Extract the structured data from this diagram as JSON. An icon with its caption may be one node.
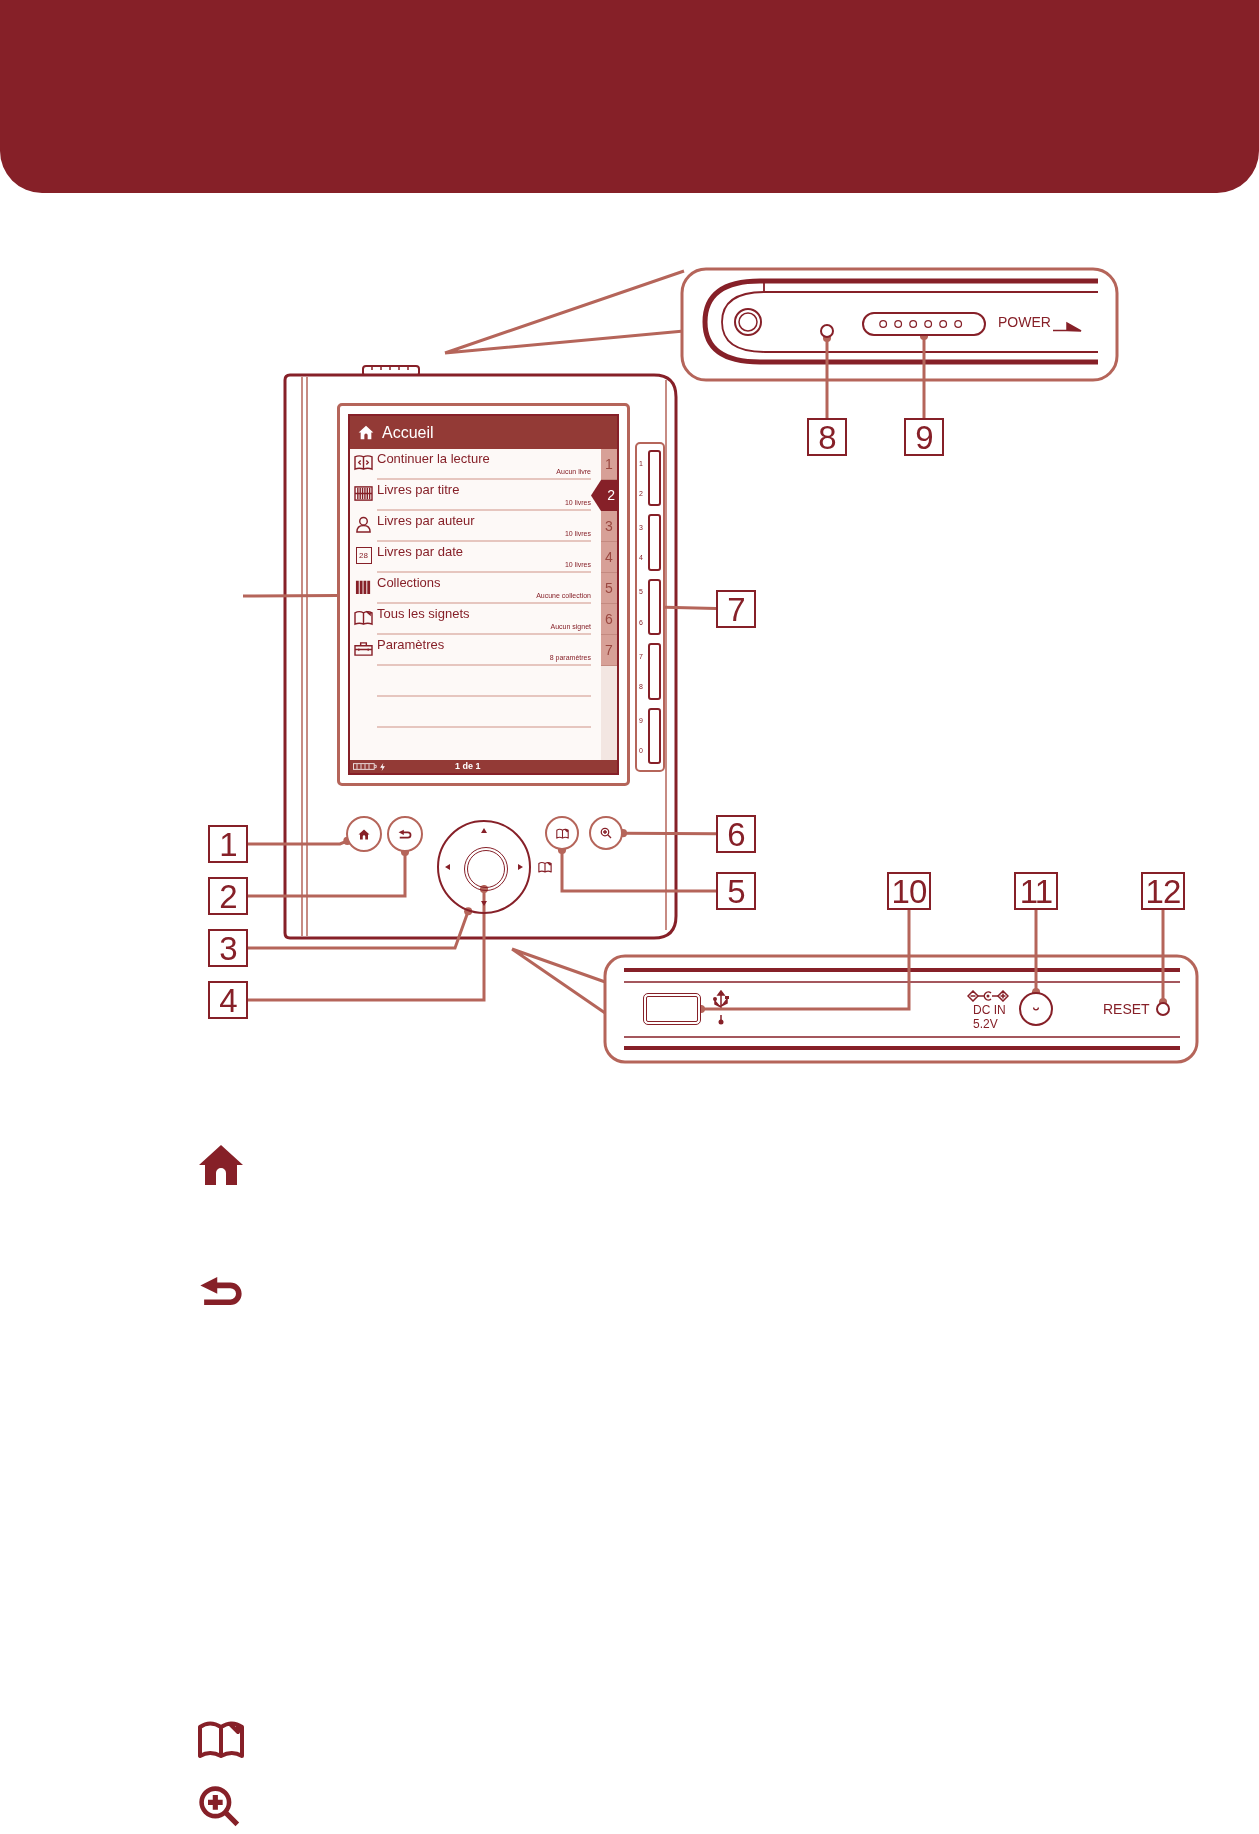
{
  "diagram": {
    "nodes": [
      {
        "text": [
          "8"
        ]
      },
      {
        "text": [
          "9"
        ]
      },
      {
        "text": [
          "7"
        ]
      },
      {
        "text": [
          "1"
        ]
      },
      {
        "text": [
          "2"
        ]
      },
      {
        "text": [
          "6"
        ]
      },
      {
        "text": [
          "5"
        ]
      },
      {
        "text": [
          "3"
        ]
      },
      {
        "text": [
          "4"
        ]
      },
      {
        "text": [
          "10"
        ]
      },
      {
        "text": [
          "11"
        ]
      },
      {
        "text": [
          "12"
        ]
      },
      {
        "text": [],
        "shape": "circle"
      },
      {
        "text": [],
        "shape": "box"
      },
      {
        "text": [],
        "shape": "box"
      },
      {
        "text": [],
        "shape": "box"
      },
      {
        "text": [],
        "shape": "circle"
      },
      {
        "text": [],
        "shape": "circle"
      },
      {
        "text": [],
        "shape": "circle"
      },
      {
        "text": [],
        "shape": "circle",
        "in": 18
      },
      {
        "text": [],
        "shape": "circle"
      },
      {
        "text": [],
        "shape": "circle"
      },
      {
        "text": [],
        "shape": "box"
      },
      {
        "text": [],
        "shape": "circle"
      },
      {
        "text": [],
        "shape": "circle"
      }
    ],
    "edges": [
      {
        "from": 0,
        "to": 12,
        "arrow": "other"
      },
      {
        "from": 1,
        "to": 13,
        "arrow": "other"
      },
      {
        "from": 2,
        "to": 15,
        "arrow": "none"
      },
      {
        "from": 3,
        "to": 16,
        "arrow": "other"
      },
      {
        "from": 4,
        "to": 17,
        "arrow": "other"
      },
      {
        "from": 5,
        "to": 21,
        "arrow": "other"
      },
      {
        "from": 6,
        "to": 20,
        "arrow": "other"
      },
      {
        "from": 7,
        "to": 18,
        "arrow": "other"
      },
      {
        "from": 8,
        "to": 19,
        "arrow": "other"
      },
      {
        "from": 9,
        "to": 22,
        "arrow": "other"
      },
      {
        "from": 10,
        "to": 23,
        "arrow": "other"
      },
      {
        "from": 11,
        "to": 24,
        "arrow": "other"
      },
      {
        "from": null,
        "to": 14,
        "arrow": "none"
      }
    ],
    "labels": [
      "POWER",
      "Accueil",
      "Continuer la lecture",
      "Aucun livre",
      "Livres par titre",
      "10 livres",
      "Livres par auteur",
      "10 livres",
      "28",
      "Livres par date",
      "10 livres",
      "Collections",
      "Aucune collection",
      "Tous les signets",
      "Aucun signet",
      "Paramètres",
      "8 paramètres",
      "1",
      "2",
      "3",
      "4",
      "5",
      "6",
      "7",
      "1 de 1",
      "1",
      "2",
      "3",
      "4",
      "5",
      "6",
      "7",
      "8",
      "9",
      "0",
      "DC IN",
      "5.2V",
      "RESET"
    ]
  }
}
